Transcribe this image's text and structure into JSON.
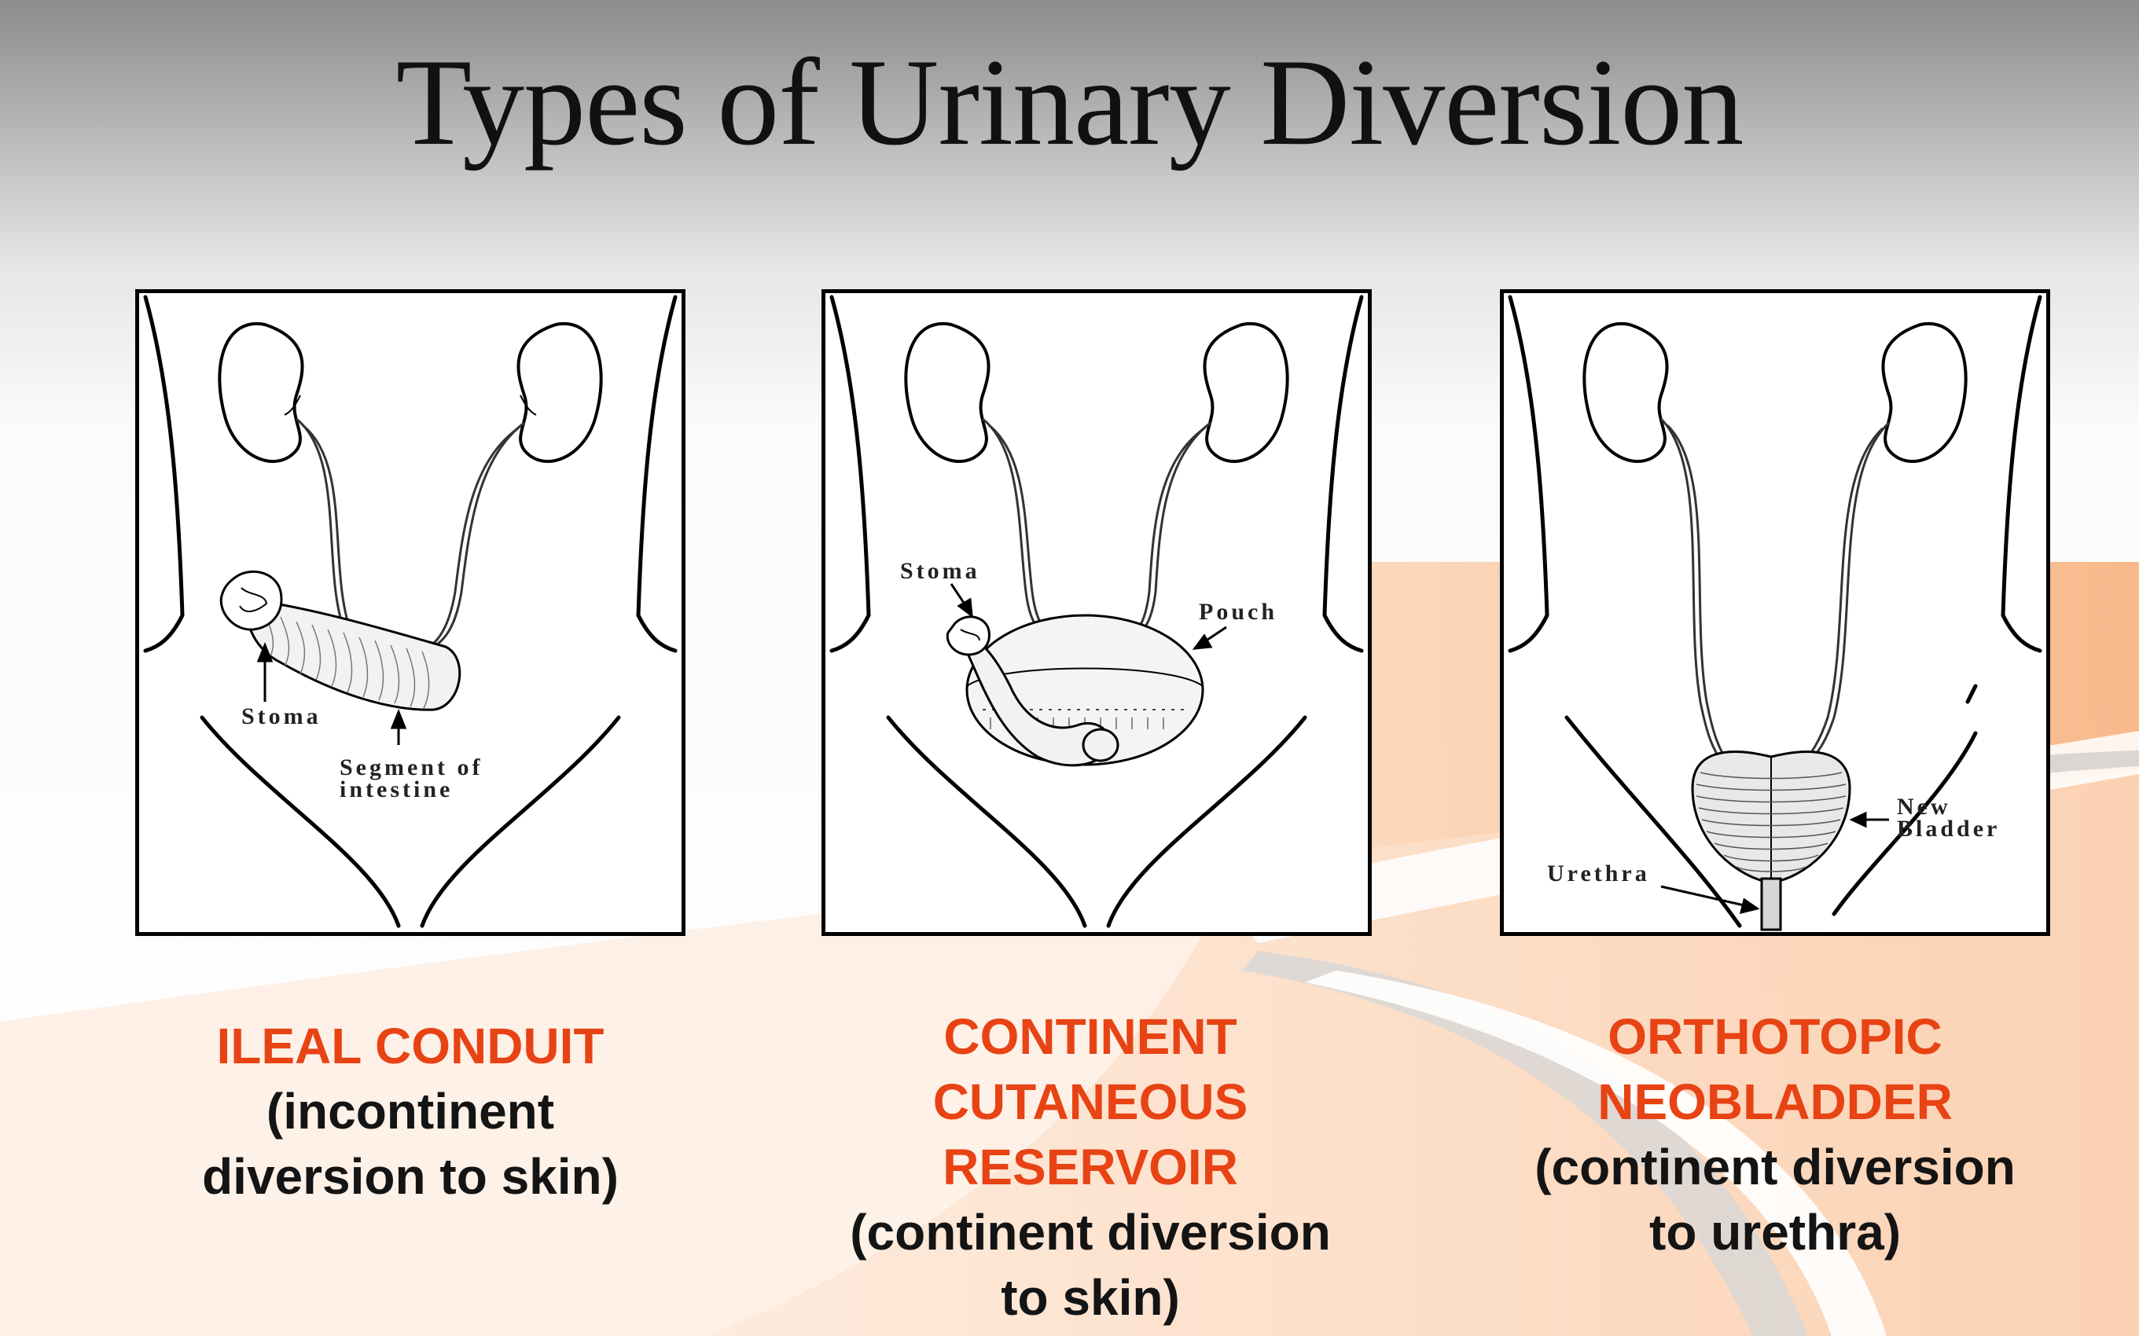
{
  "title": "Types of Urinary Diversion",
  "colors": {
    "caption_red": "#e84314",
    "caption_black": "#141414",
    "orange_swoosh": "#f7b27f"
  },
  "panels": [
    {
      "labels": {
        "stoma": "Stoma",
        "segment": "Segment of\nintestine"
      },
      "caption": {
        "name_lines": [
          "ILEAL CONDUIT"
        ],
        "desc_lines": [
          "(incontinent",
          "diversion to skin)"
        ]
      }
    },
    {
      "labels": {
        "stoma": "Stoma",
        "pouch": "Pouch"
      },
      "caption": {
        "name_lines": [
          "CONTINENT",
          "CUTANEOUS",
          "RESERVOIR"
        ],
        "desc_lines": [
          "(continent diversion",
          "to skin)"
        ]
      }
    },
    {
      "labels": {
        "bladder": "New\nBladder",
        "urethra": "Urethra"
      },
      "caption": {
        "name_lines": [
          "ORTHOTOPIC",
          "NEOBLADDER"
        ],
        "desc_lines": [
          "(continent diversion",
          "to urethra)"
        ]
      }
    }
  ]
}
